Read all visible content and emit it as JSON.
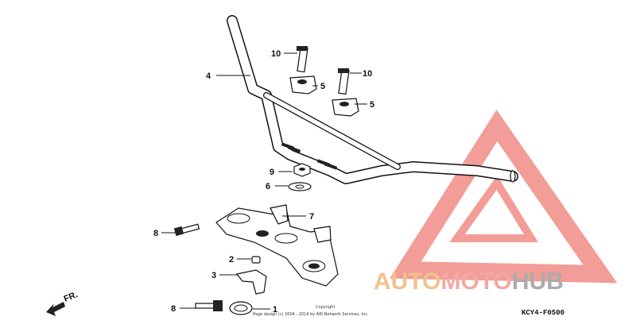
{
  "callouts": {
    "c10a": "10",
    "c10b": "10",
    "c4": "4",
    "c5a": "5",
    "c5b": "5",
    "c9": "9",
    "c6": "6",
    "c7": "7",
    "c8a": "8",
    "c2": "2",
    "c3": "3",
    "c8b": "8",
    "c1": "1"
  },
  "front_arrow": "FR.",
  "copyright": {
    "line1": "Copyright",
    "line2": "Page design (c) 2004 - 2014 by ARI Network Services, Inc."
  },
  "diagram_code": "KCY4-F0500",
  "watermark": {
    "part1": "AUTO",
    "part2": "MOTO",
    "part3": "HUB",
    "color1": "#f3c18a",
    "color2": "#f4a8a2",
    "color3": "#ababab",
    "logo_color": "#f08c86"
  }
}
